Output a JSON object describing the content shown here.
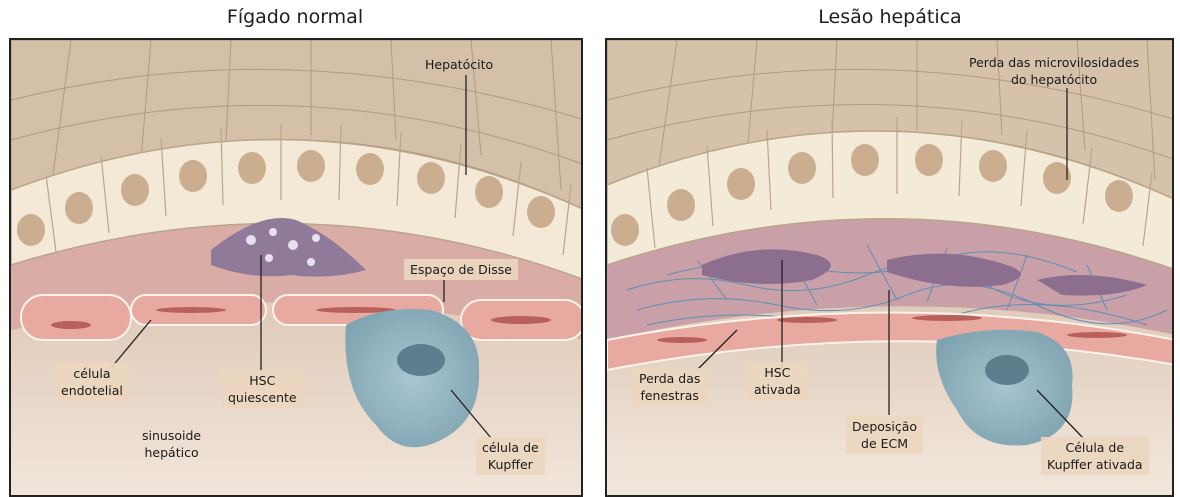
{
  "panels": {
    "left": {
      "title": "Fígado normal"
    },
    "right": {
      "title": "Lesão hepática"
    }
  },
  "labels": {
    "hepatocito": "Hepatócito",
    "espaco_disse": "Espaço de Disse",
    "celula_endotelial": "célula\nendotelial",
    "hsc_quiescente": "HSC\nquiescente",
    "sinusoide": "sinusoide\nhepático",
    "kupffer": "célula de\nKupffer",
    "perda_microvilosidades": "Perda das microvilosidades\ndo hepatócito",
    "perda_fenestras": "Perda das\nfenestras",
    "hsc_ativada": "HSC\nativada",
    "deposicao_ecm": "Deposição\nde ECM",
    "kupffer_ativada": "Célula de\nKupffer ativada"
  },
  "colors": {
    "hepatocyte_fill": "#f3e9d6",
    "hepatocyte_stroke": "#b9a58a",
    "nucleus": "#c9ab8c",
    "sinusoid_bg": "#c9a58a",
    "disse_space": "#d7a7a2",
    "endothelial": "#e8a9a0",
    "endothelial_nucleus": "#c06f6a",
    "kupffer": "#8fb2bf",
    "hsc": "#8e7a97",
    "ecm": "#5f8fb4",
    "tissue_top": "#cfbaa3"
  }
}
